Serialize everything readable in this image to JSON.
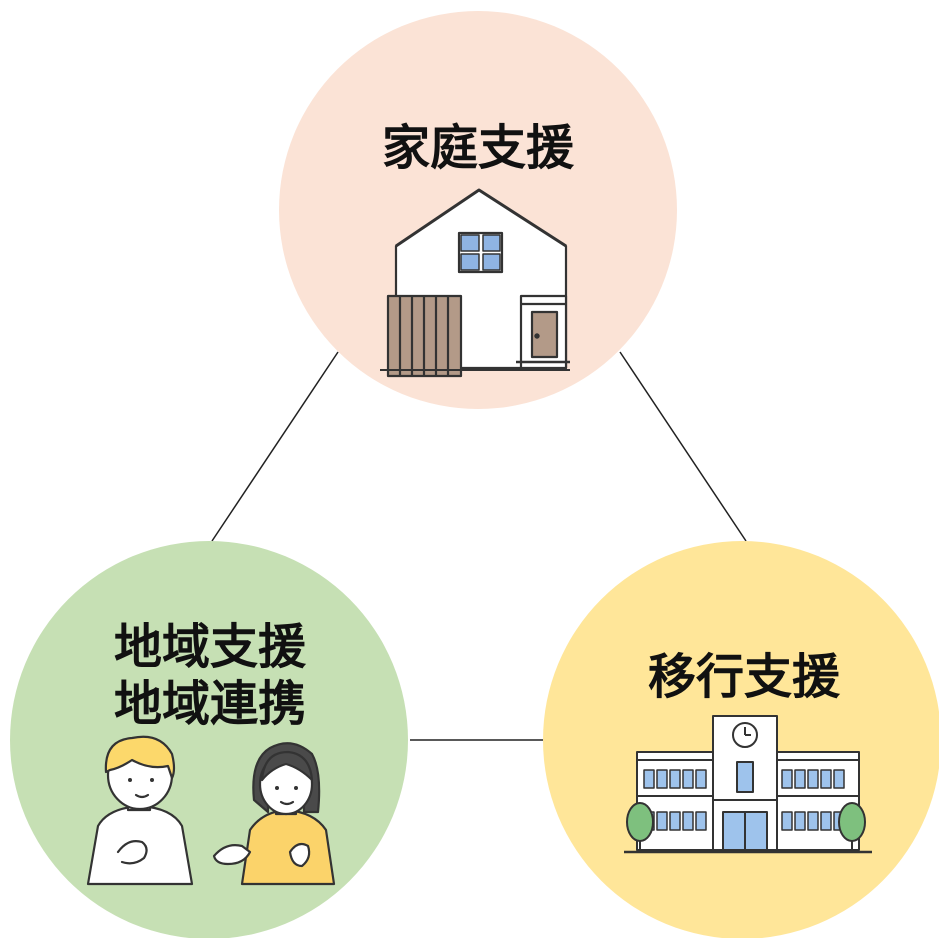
{
  "nodes": {
    "home": {
      "title": "家庭支援",
      "color": "#fbe3d6",
      "illustration": "house-icon"
    },
    "community": {
      "title_line1": "地域支援",
      "title_line2": "地域連携",
      "color": "#c6e0b4",
      "illustration": "people-talking-icon"
    },
    "transition": {
      "title": "移行支援",
      "color": "#ffe699",
      "illustration": "school-building-icon"
    }
  },
  "connector_color": "#222222"
}
